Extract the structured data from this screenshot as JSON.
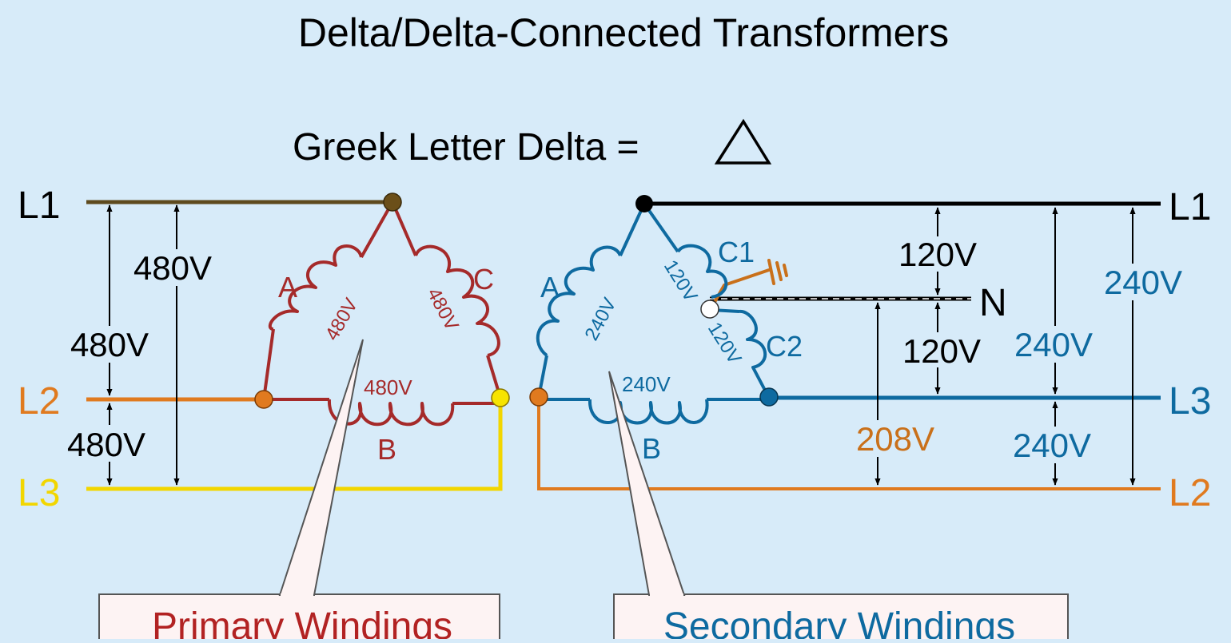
{
  "title": "Delta/Delta-Connected Transformers",
  "subtitle": "Greek Letter Delta =",
  "colors": {
    "background": "#d7ebf9",
    "primary_winding": "#a52a2a",
    "secondary_winding": "#0e6aa0",
    "line_l1_primary": "#5e4a1e",
    "line_l2": "#e07a1f",
    "line_l3_primary": "#f2d600",
    "secondary_l1": "#000000",
    "ground": "#c9701a"
  },
  "primary": {
    "lines": {
      "l1": "L1",
      "l2": "L2",
      "l3": "L3"
    },
    "voltages": {
      "l1_l3": "480V",
      "l1_l2": "480V",
      "l2_l3": "480V"
    },
    "windings": {
      "a": {
        "label": "A",
        "voltage": "480V"
      },
      "b": {
        "label": "B",
        "voltage": "480V"
      },
      "c": {
        "label": "C",
        "voltage": "480V"
      }
    },
    "callout": "Primary Windings"
  },
  "secondary": {
    "lines": {
      "l1": "L1",
      "l3": "L3",
      "l2": "L2",
      "neutral": "N"
    },
    "voltages": {
      "l1_n": "120V",
      "n_l3": "120V",
      "n_l2_high_leg": "208V",
      "l1_l3": "240V",
      "l3_l2": "240V",
      "l1_l2": "240V"
    },
    "windings": {
      "a": {
        "label": "A",
        "voltage": "240V"
      },
      "b": {
        "label": "B",
        "voltage": "240V"
      },
      "c1": {
        "label": "C1",
        "voltage": "120V"
      },
      "c2": {
        "label": "C2",
        "voltage": "120V"
      }
    },
    "callout": "Secondary Windings"
  }
}
